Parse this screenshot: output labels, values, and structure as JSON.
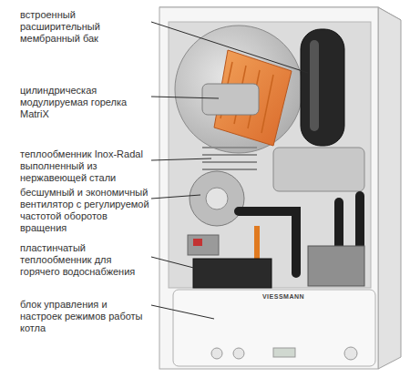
{
  "diagram": {
    "labels": [
      "встроенный расширительный мембранный бак",
      "цилиндрическая модулируемая горелка MatriX",
      "теплообменник Inox-Radal выполненный из нержавеющей стали",
      "бесшумный и экономичный вентилятор с регулируемой частотой оборотов вращения",
      "пластинчатый теплообменник для горячего водоснабжения",
      "блок управления и настроек режимов работы котла",
      "VIESSMANN"
    ]
  }
}
